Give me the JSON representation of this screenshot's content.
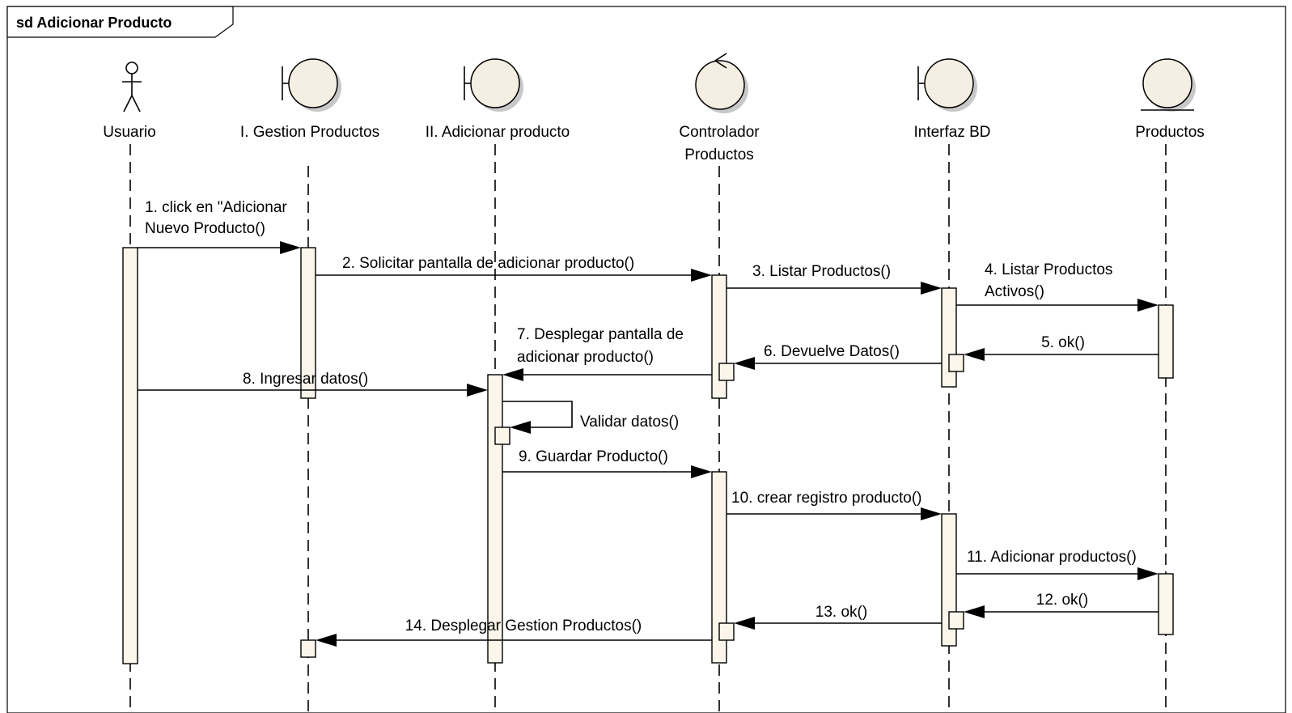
{
  "frame_title": "sd Adicionar Producto",
  "lifelines": [
    {
      "name": "Usuario",
      "kind": "actor-icon"
    },
    {
      "name": "I. Gestion Productos",
      "kind": "boundary-icon"
    },
    {
      "name": "II. Adicionar producto",
      "kind": "boundary-icon"
    },
    {
      "name": "Controlador Productos",
      "lines": [
        "Controlador",
        "Productos"
      ],
      "kind": "control-icon"
    },
    {
      "name": "Interfaz BD",
      "kind": "boundary-icon"
    },
    {
      "name": "Productos",
      "kind": "entity-icon"
    }
  ],
  "messages": [
    {
      "lines": [
        "1. click en \"Adicionar",
        "Nuevo Producto()"
      ]
    },
    {
      "lines": [
        "2. Solicitar pantalla de adicionar producto()"
      ]
    },
    {
      "lines": [
        "3. Listar Productos()"
      ]
    },
    {
      "lines": [
        "4. Listar Productos",
        "Activos()"
      ]
    },
    {
      "lines": [
        "5. ok()"
      ]
    },
    {
      "lines": [
        "6. Devuelve Datos()"
      ]
    },
    {
      "lines": [
        "7. Desplegar pantalla de",
        "adicionar producto()"
      ]
    },
    {
      "lines": [
        "8. Ingresar datos()"
      ]
    },
    {
      "lines": [
        "Validar datos()"
      ]
    },
    {
      "lines": [
        "9. Guardar Producto()"
      ]
    },
    {
      "lines": [
        "10. crear registro producto()"
      ]
    },
    {
      "lines": [
        "11. Adicionar productos()"
      ]
    },
    {
      "lines": [
        "12. ok()"
      ]
    },
    {
      "lines": [
        "13. ok()"
      ]
    },
    {
      "lines": [
        "14. Desplegar Gestion Productos()"
      ]
    }
  ]
}
